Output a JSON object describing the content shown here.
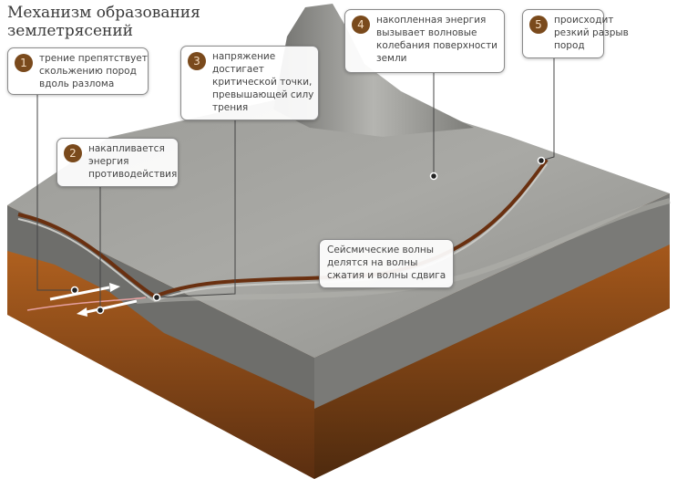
{
  "title": [
    "Механизм образования",
    "землетрясений"
  ],
  "callouts": [
    {
      "number": "1",
      "lines": [
        "трение препятствует",
        "скольжению пород",
        "вдоль разлома"
      ]
    },
    {
      "number": "2",
      "lines": [
        "накапливается",
        "энергия",
        "противодействия"
      ]
    },
    {
      "number": "3",
      "lines": [
        "напряжение",
        "достигает",
        "критической точки,",
        "превышающей силу",
        "трения"
      ]
    },
    {
      "number": "4",
      "lines": [
        "накопленная энергия",
        "вызывает волновые",
        "колебания поверхности",
        "земли"
      ]
    },
    {
      "number": "5",
      "lines": [
        "происходит",
        "резкий разрыв",
        "пород"
      ]
    }
  ],
  "seismic_note": [
    "Сейсмические волны",
    "делятся на волны",
    "сжатия и волны сдвига"
  ],
  "colors": {
    "badge": "#7a4a1c",
    "rock": "#8c8c88",
    "soil": "#a8561a"
  }
}
